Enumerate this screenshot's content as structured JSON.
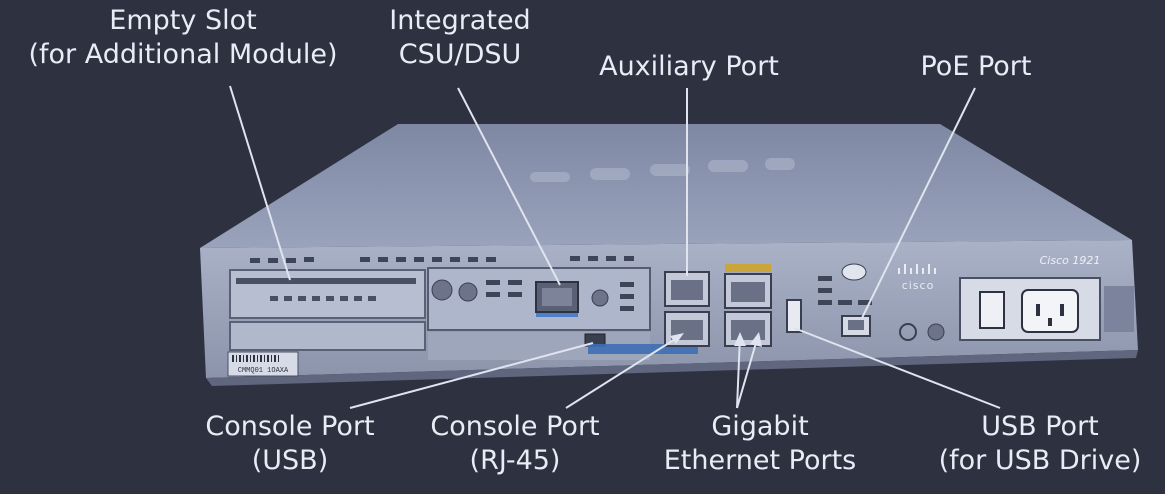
{
  "labels": {
    "empty_slot": [
      "Empty Slot",
      "(for Additional Module)"
    ],
    "csu_dsu": [
      "Integrated",
      "CSU/DSU"
    ],
    "aux_port": [
      "Auxiliary Port"
    ],
    "poe_port": [
      "PoE Port"
    ],
    "console_usb": [
      "Console Port",
      "(USB)"
    ],
    "console_rj45": [
      "Console Port",
      "(RJ-45)"
    ],
    "gigabit": [
      "Gigabit",
      "Ethernet Ports"
    ],
    "usb_port": [
      "USB Port",
      "(for USB Drive)"
    ]
  },
  "device": {
    "brand": "cisco",
    "model": "Cisco 1921",
    "serial": "CMMQ01 1OAXA"
  },
  "colors": {
    "background": "#2e3140",
    "chassis": "#8d97b2",
    "label_text": "#e9ecf4",
    "pointer": "#dfe4ef"
  }
}
